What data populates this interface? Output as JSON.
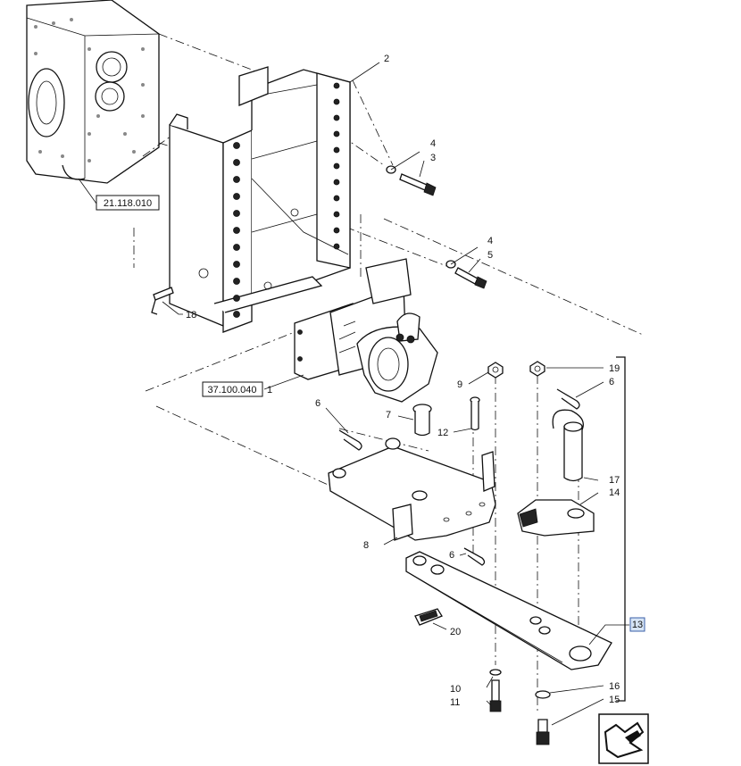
{
  "diagram": {
    "callouts": {
      "c1": "1",
      "c2": "2",
      "c3": "3",
      "c4a": "4",
      "c4b": "4",
      "c5": "5",
      "c6a": "6",
      "c6b": "6",
      "c6c": "6",
      "c7": "7",
      "c8": "8",
      "c9": "9",
      "c10": "10",
      "c11": "11",
      "c12": "12",
      "c13": "13",
      "c14": "14",
      "c15": "15",
      "c16": "16",
      "c17": "17",
      "c18": "18",
      "c19": "19",
      "c20": "20"
    },
    "references": {
      "ref_housing": "21.118.010",
      "ref_hitch": "37.100.040"
    },
    "colors": {
      "line": "#111111",
      "highlight_box": "#d6e4f5",
      "highlight_border": "#3a5fa8"
    },
    "nav_icon": "arrow-link-icon"
  }
}
